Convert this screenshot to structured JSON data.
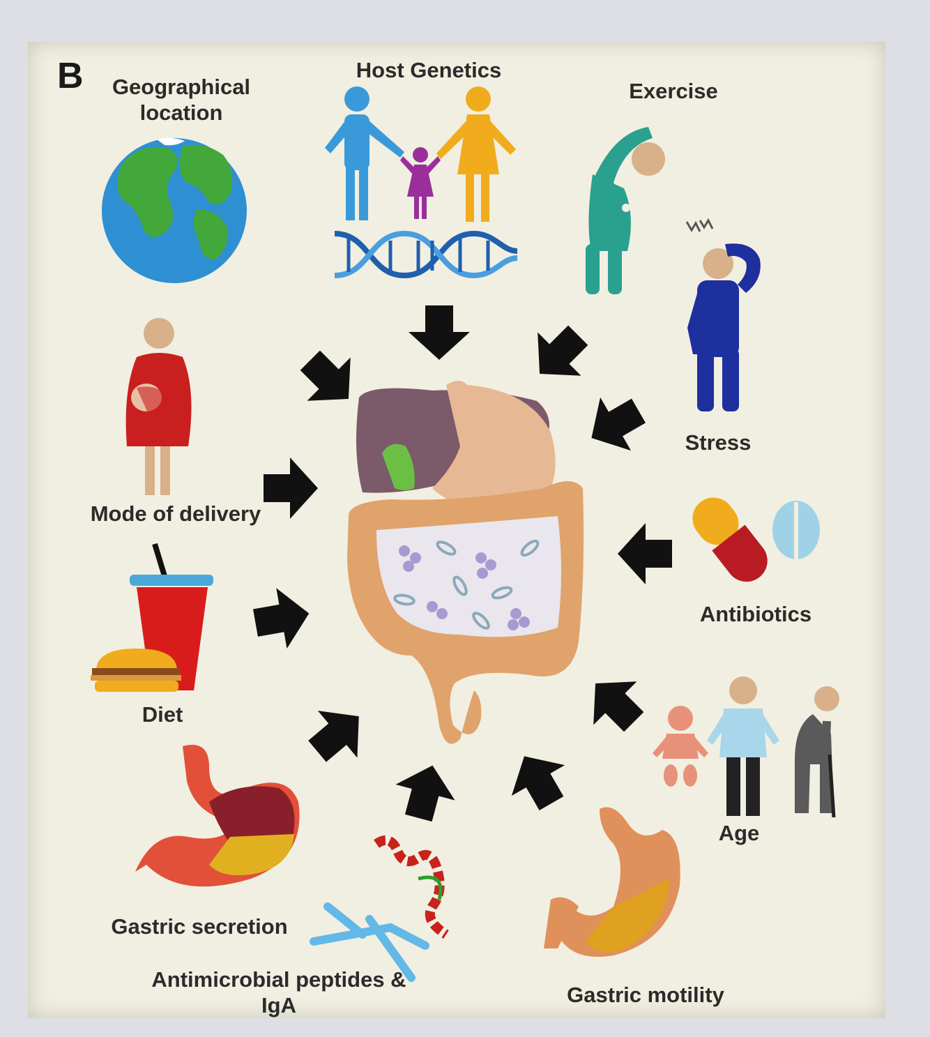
{
  "panel_letter": "B",
  "factors": {
    "geographical_location": [
      "Geographical",
      "location"
    ],
    "host_genetics": "Host Genetics",
    "exercise": "Exercise",
    "stress": "Stress",
    "mode_of_delivery": "Mode of delivery",
    "antibiotics": "Antibiotics",
    "diet": "Diet",
    "age": "Age",
    "gastric_secretion": "Gastric secretion",
    "antimicrobial_peptides": [
      "Antimicrobial peptides &",
      "IgA"
    ],
    "gastric_motility": "Gastric motility"
  },
  "icons": [
    "globe-icon",
    "family-icon",
    "dna-icon",
    "stretching-person-icon",
    "stressed-person-icon",
    "pregnant-person-icon",
    "pill-icon",
    "tablet-icon",
    "drink-cup-icon",
    "burger-icon",
    "baby-icon",
    "adult-icon",
    "elderly-person-icon",
    "stomach-icon",
    "peptide-icon",
    "antibody-icon",
    "gut-icon",
    "arrow-icon"
  ],
  "colors": {
    "background": "#f1efe1",
    "arrow": "#111111",
    "ocean": "#2f8fd3",
    "land": "#43a83a",
    "colon": "#e0a36b",
    "liver": "#7b5a6a",
    "father": "#3a9ad9",
    "mother": "#f0ac1c",
    "child": "#9a2f9c",
    "exercise": "#2aa08f",
    "stress": "#1e2f9e",
    "pregnant": "#c91f1f",
    "cup": "#d81c1c"
  }
}
